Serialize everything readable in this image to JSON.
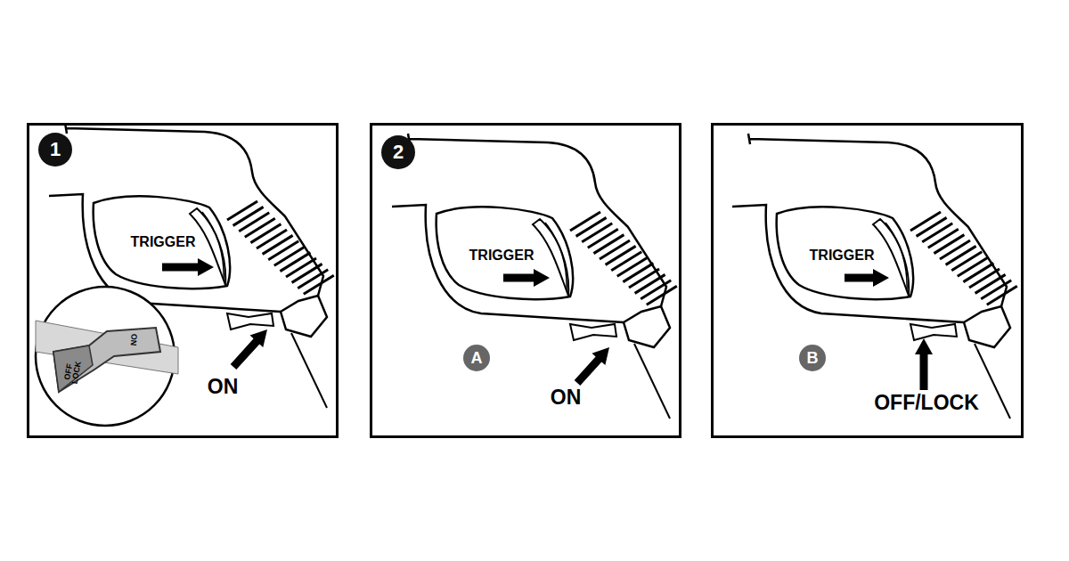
{
  "diagram": {
    "nodes": [
      {
        "text": [
          "1"
        ]
      },
      {
        "text": [
          "2"
        ]
      },
      {
        "text": [
          "A"
        ]
      },
      {
        "text": [
          "B"
        ]
      }
    ],
    "labels": [
      "TRIGGER",
      "ON",
      "OFF LOCK",
      "ON",
      "TRIGGER",
      "ON",
      "TRIGGER",
      "OFF/LOCK"
    ]
  }
}
